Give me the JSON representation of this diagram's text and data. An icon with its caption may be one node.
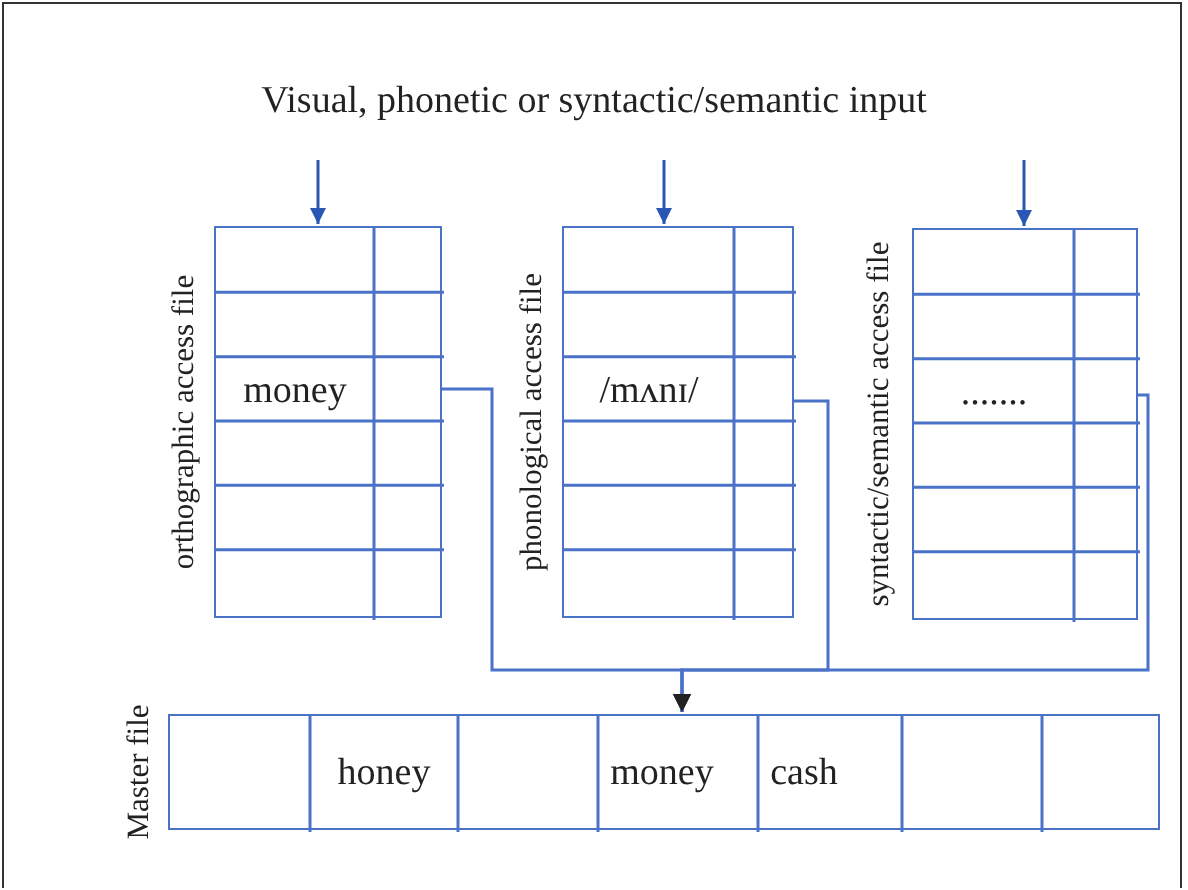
{
  "diagram": {
    "title": "Visual, phonetic or syntactic/semantic input",
    "nodes": [
      {
        "text": [],
        "shape": "box",
        "beside": [
          "orthographic access file"
        ]
      },
      {
        "text": [
          "money"
        ],
        "in": 0
      },
      {
        "text": [],
        "shape": "box",
        "beside": [
          "phonological access file"
        ]
      },
      {
        "text": [
          "/mʌnɪ/"
        ],
        "in": 2
      },
      {
        "text": [],
        "shape": "box",
        "beside": [
          "syntactic/semantic access file"
        ]
      },
      {
        "text": [
          "......."
        ],
        "in": 4
      },
      {
        "text": [],
        "shape": "box",
        "beside": [
          "Master file"
        ]
      },
      {
        "text": [
          "honey"
        ],
        "in": 6
      },
      {
        "text": [
          "money"
        ],
        "in": 6
      },
      {
        "text": [
          "cash"
        ],
        "in": 6
      }
    ],
    "edges": [
      {
        "from": null,
        "to": 0,
        "arrow": "to"
      },
      {
        "from": null,
        "to": 2,
        "arrow": "to"
      },
      {
        "from": null,
        "to": 4,
        "arrow": "to"
      },
      {
        "from": 1,
        "to": 8,
        "arrow": "to"
      },
      {
        "from": 3,
        "to": 8,
        "arrow": "to"
      },
      {
        "from": 5,
        "to": 8,
        "arrow": "to"
      }
    ]
  }
}
